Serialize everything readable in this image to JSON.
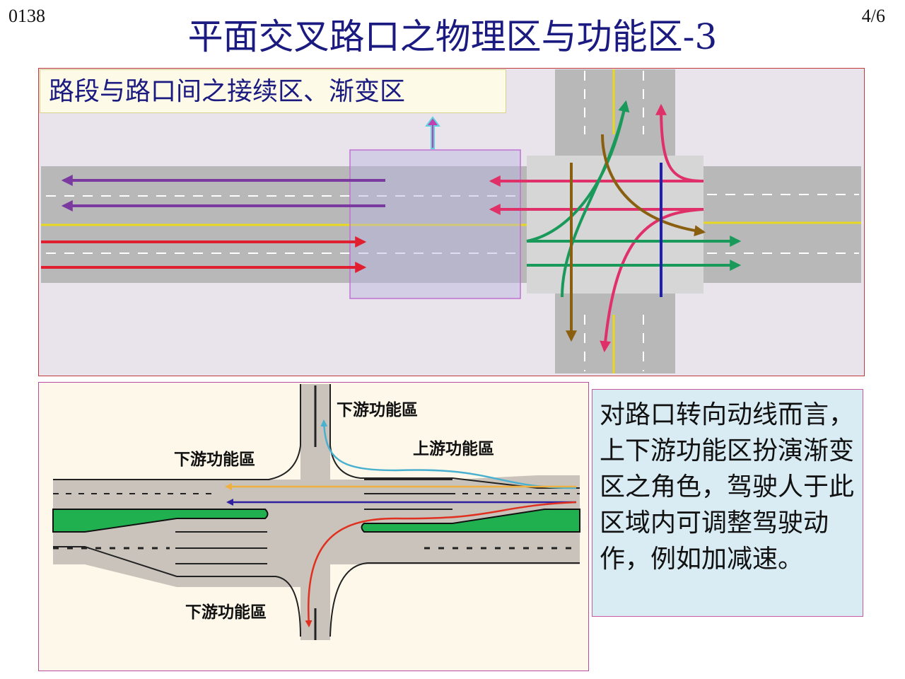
{
  "slide_number": "0138",
  "page_indicator": "4/6",
  "title": "平面交叉路口之物理区与功能区-3",
  "top_diagram": {
    "label": "路段与路口间之接续区、渐变区"
  },
  "bottom_diagram": {
    "labels": {
      "downstream_top": "下游功能區",
      "upstream": "上游功能區",
      "downstream_left": "下游功能區",
      "downstream_bottom": "下游功能區"
    }
  },
  "description": "对路口转向动线而言，上下游功能区扮演渐变区之角色，驾驶人于此区域内可调整驾驶动作，例如加减速。",
  "colors": {
    "title": "#1a1a80",
    "purple": "#7a3aa0",
    "red": "#e02030",
    "pink": "#e0306a",
    "green": "#1a9a5a",
    "blue": "#2020b0",
    "brown": "#8a6010"
  }
}
